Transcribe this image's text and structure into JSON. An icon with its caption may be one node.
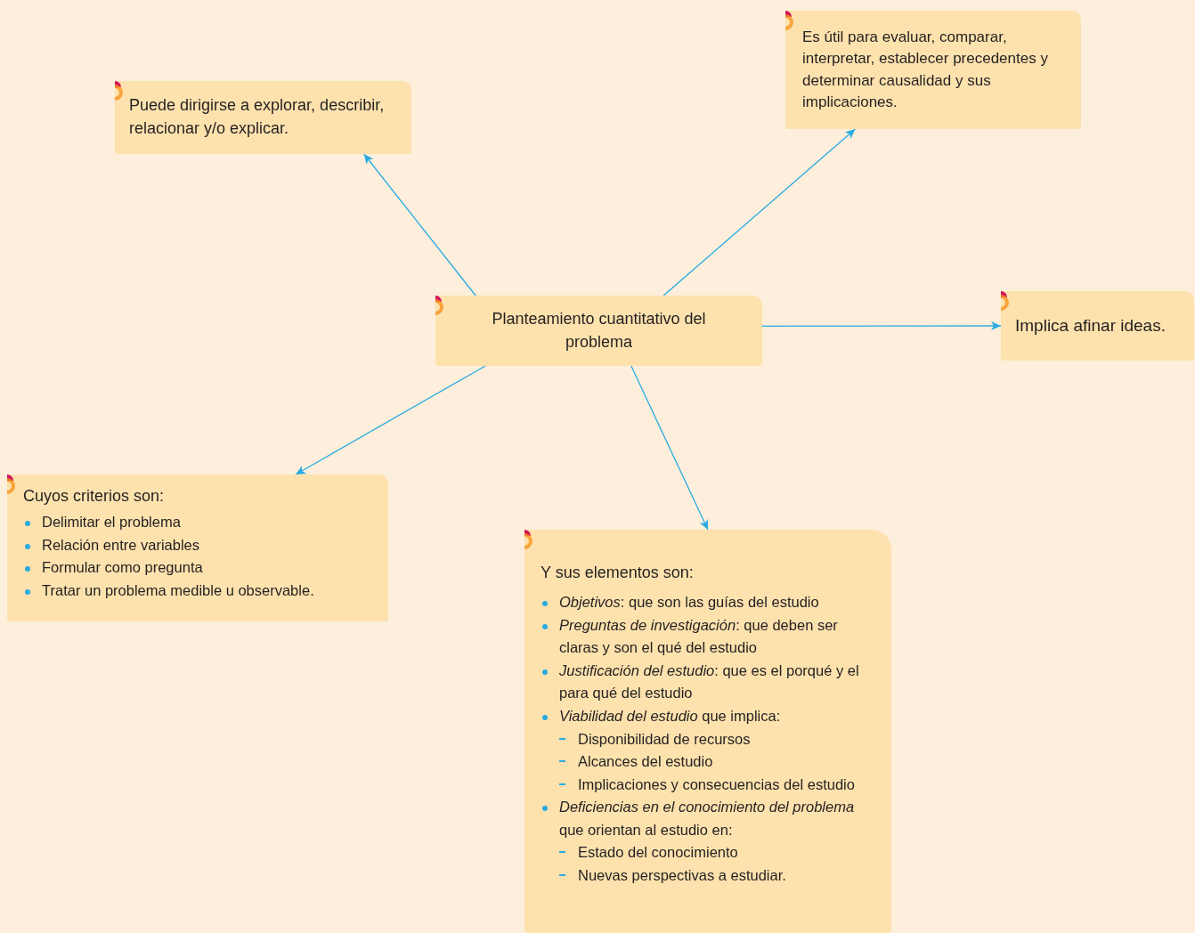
{
  "diagram": {
    "nodes": [
      {
        "text": [
          "Planteamiento cuantitativo del problema"
        ]
      },
      {
        "text": [
          "Puede dirigirse a explorar, describir, relacionar y/o explicar."
        ]
      },
      {
        "text": [
          "Es útil para evaluar, comparar, interpretar, establecer precedentes y determinar causalidad y sus implicaciones."
        ]
      },
      {
        "text": [
          "Implica afinar ideas."
        ]
      },
      {
        "text": [
          "Cuyos criterios son:",
          "Delimitar el problema",
          "Relación entre variables",
          "Formular como pregunta",
          "Tratar un problema medible u observable."
        ]
      },
      {
        "text": [
          "Y sus elementos son:",
          "*Objetivos*: que son las guías del estudio",
          "*Preguntas de investigación*: que deben ser claras y son el qué del estudio",
          "*Justificación del estudio*: que es el porqué y el para qué del estudio",
          "*Viabilidad del estudio* que implica:",
          "Disponibilidad de recursos",
          "Alcances del estudio",
          "Implicaciones y consecuencias del estudio",
          "*Deficiencias en el conocimiento del problema* que orientan al estudio en:",
          "Estado del conocimiento",
          "Nuevas perspectivas a estudiar."
        ]
      }
    ],
    "edges": [
      {
        "from": 0,
        "to": 1,
        "arrow": "to"
      },
      {
        "from": 0,
        "to": 2,
        "arrow": "to"
      },
      {
        "from": 0,
        "to": 3,
        "arrow": "to"
      },
      {
        "from": 0,
        "to": 4,
        "arrow": "to"
      },
      {
        "from": 0,
        "to": 5,
        "arrow": "to"
      }
    ]
  }
}
